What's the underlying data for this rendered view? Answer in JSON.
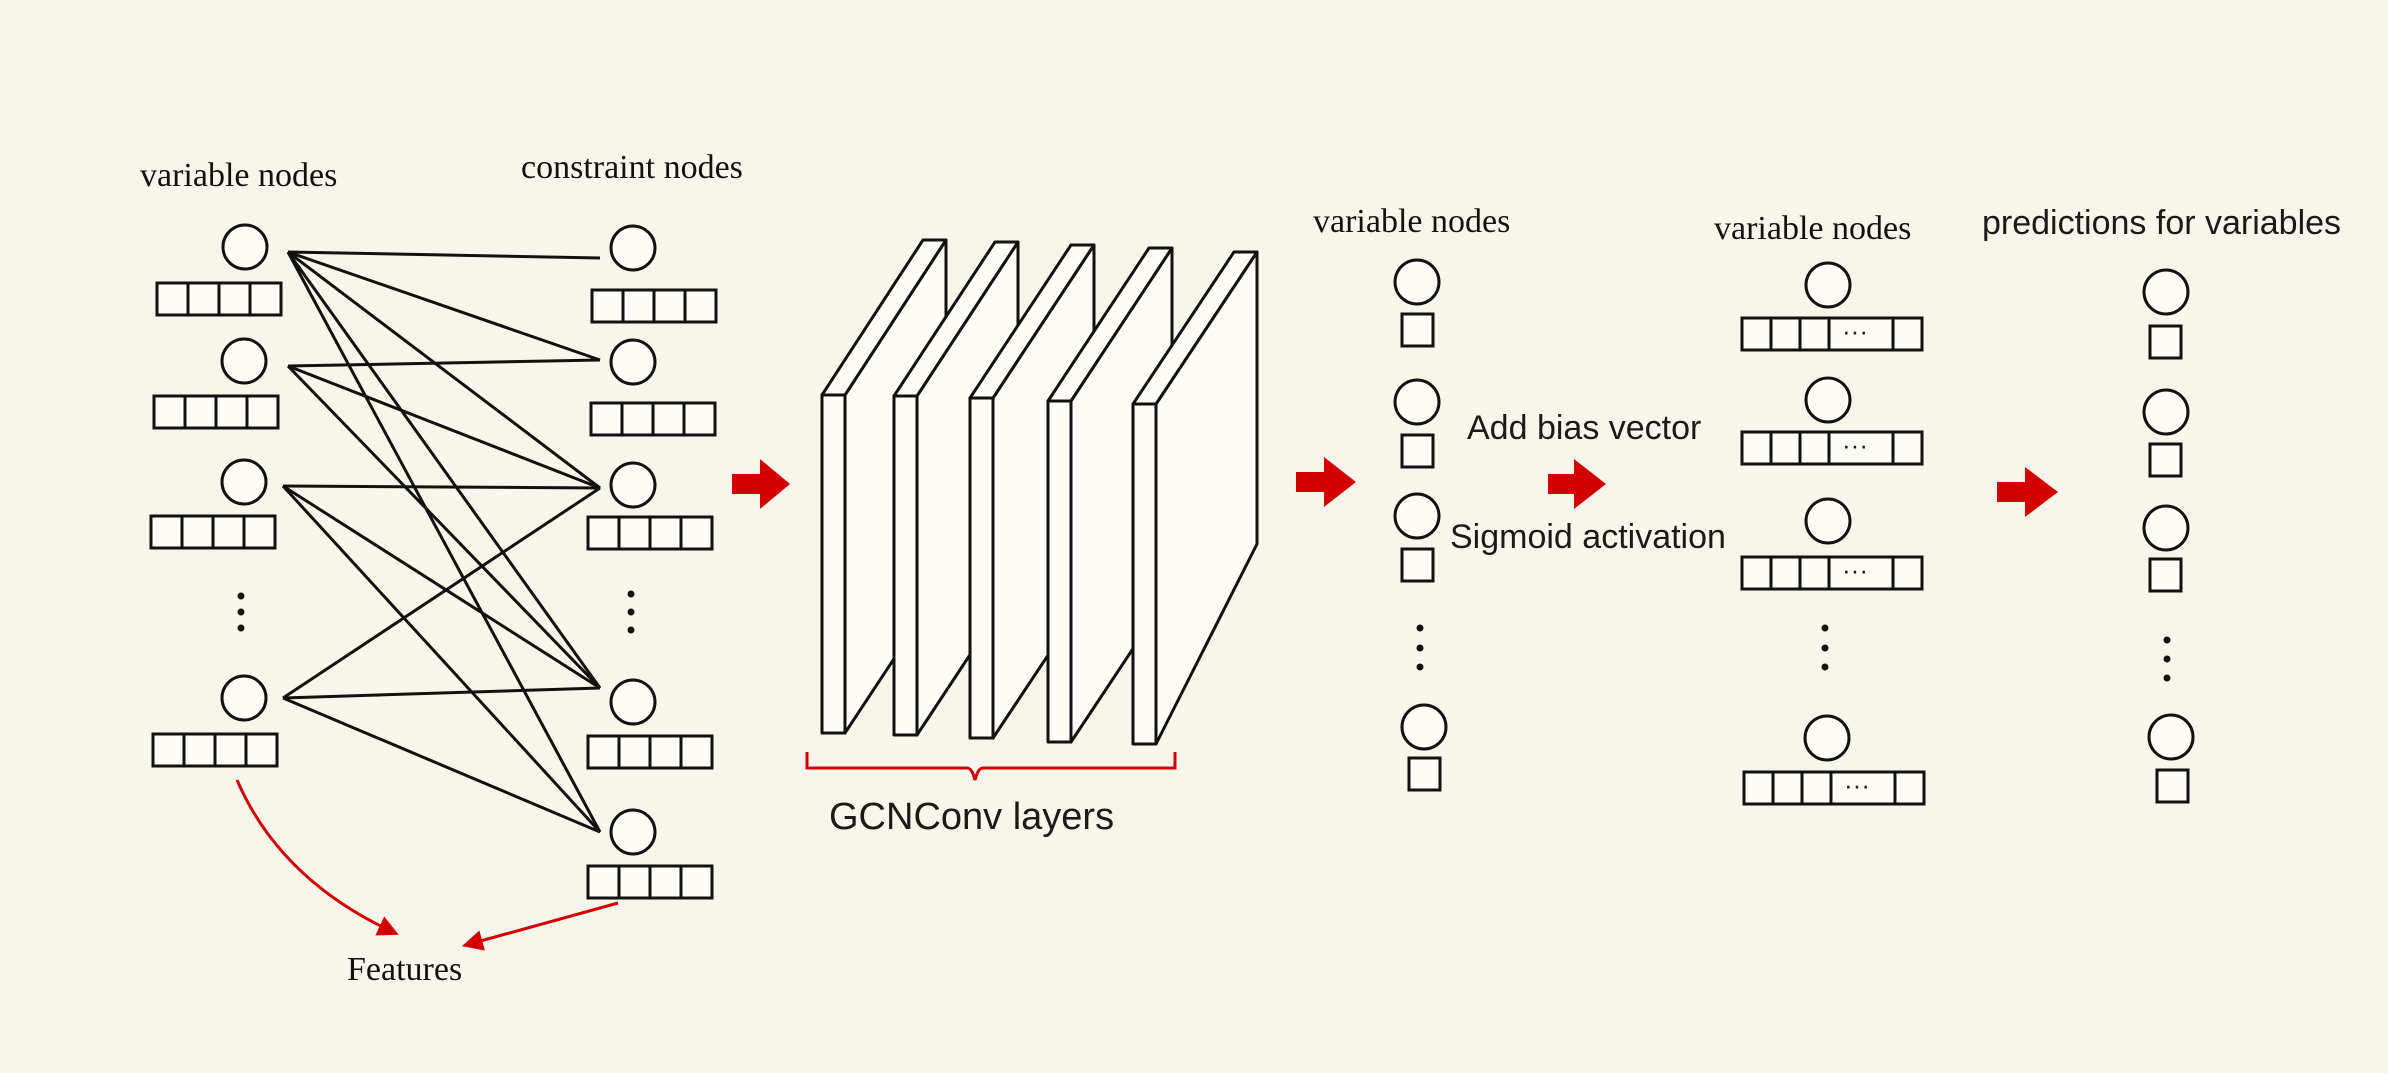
{
  "labels": {
    "variable_nodes_left": "variable nodes",
    "constraint_nodes": "constraint nodes",
    "features": "Features",
    "gcnconv_layers": "GCNConv layers",
    "variable_nodes_mid": "variable nodes",
    "add_bias_vector": "Add bias vector",
    "sigmoid_activation": "Sigmoid activation",
    "variable_nodes_right": "variable nodes",
    "predictions": "predictions for variables"
  },
  "feature_cell_ellipsis": "···",
  "colors": {
    "background": "#f8f6ec",
    "accent_red": "#d20000",
    "stroke": "#111111"
  },
  "structure": {
    "variable_node_count_shown": 4,
    "constraint_node_count_shown": 5,
    "gcn_layer_count": 5,
    "feature_vector_cells": 4
  }
}
